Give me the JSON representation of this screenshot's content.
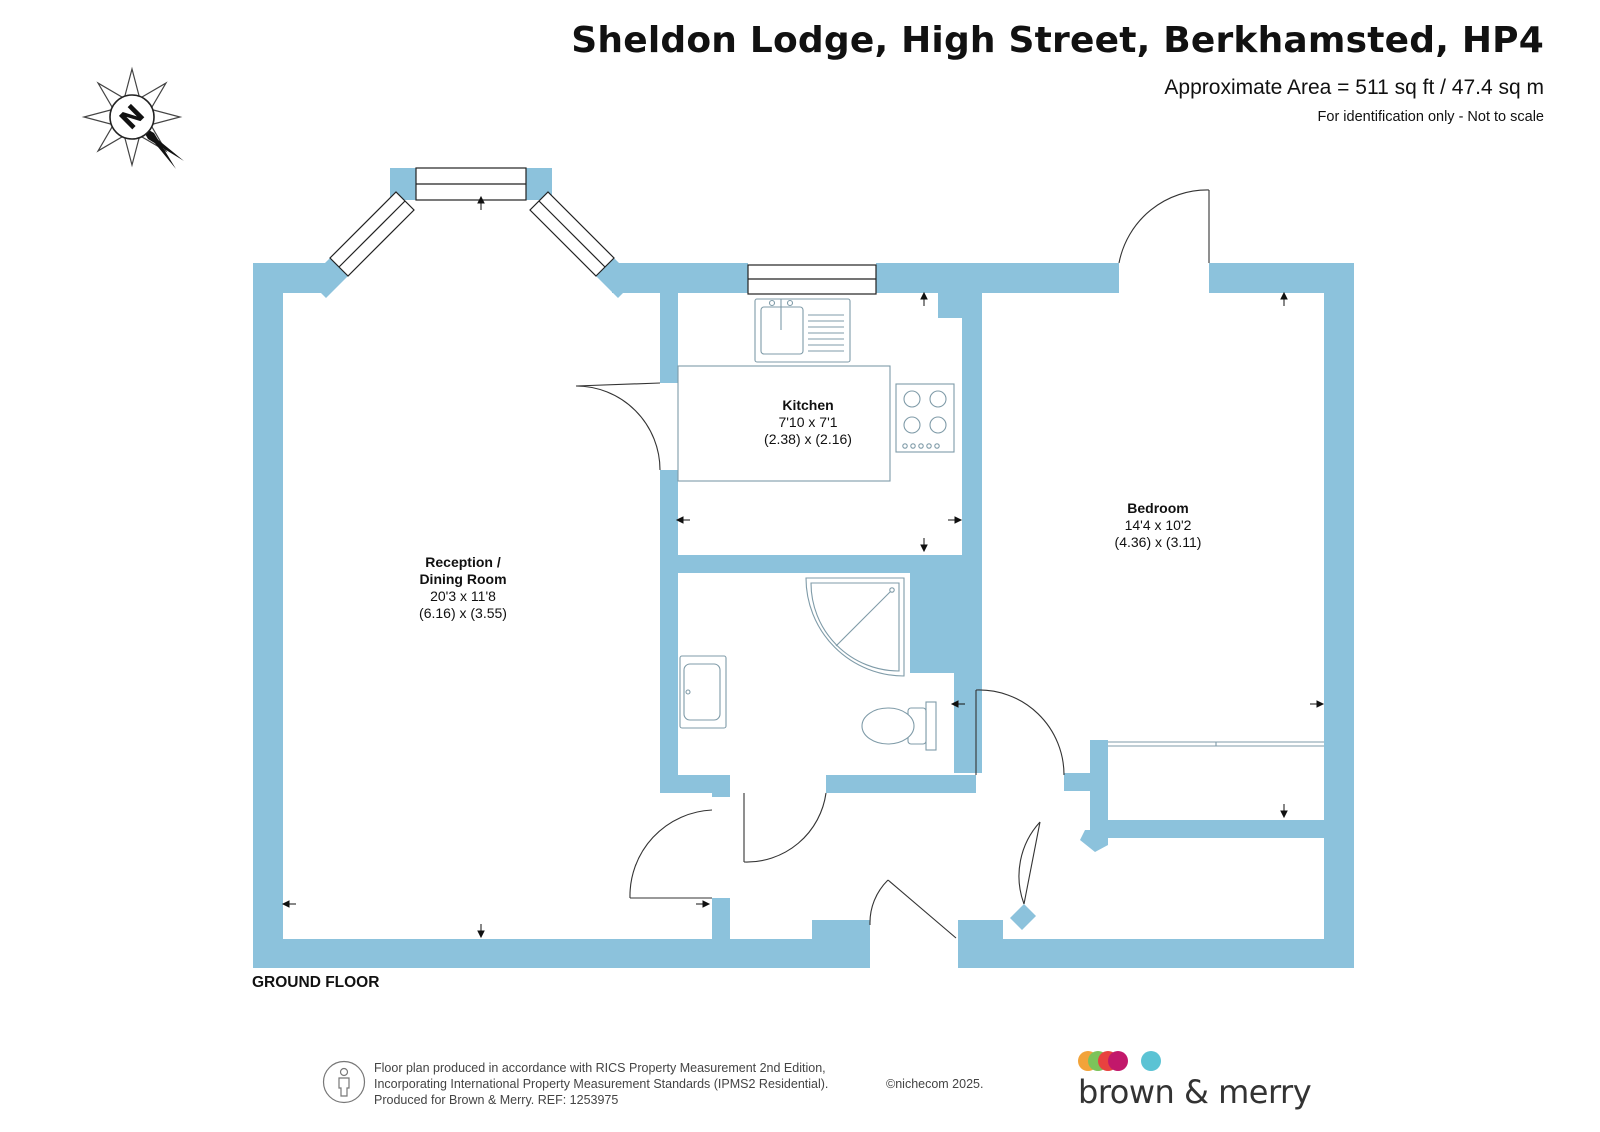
{
  "header": {
    "title": "Sheldon Lodge, High Street, Berkhamsted, HP4",
    "area": "Approximate Area = 511 sq ft / 47.4 sq m",
    "disclaimer": "For identification only - Not to scale"
  },
  "compass": {
    "icon": "compass-north-icon",
    "letter": "N"
  },
  "floor_label": "GROUND FLOOR",
  "rooms": {
    "reception": {
      "name": "Reception /",
      "name2": "Dining Room",
      "imperial": "20'3 x 11'8",
      "metric": "(6.16) x (3.55)"
    },
    "kitchen": {
      "name": "Kitchen",
      "imperial": "7'10 x 7'1",
      "metric": "(2.38) x (2.16)"
    },
    "bedroom": {
      "name": "Bedroom",
      "imperial": "14'4 x 10'2",
      "metric": "(4.36) x (3.11)"
    }
  },
  "footer": {
    "line1": "Floor plan produced in accordance with RICS Property Measurement 2nd Edition,",
    "line2": "Incorporating International Property Measurement Standards (IPMS2 Residential).",
    "line3": "Produced for Brown & Merry.   REF:  1253975",
    "copyright": "©nichecom 2025.",
    "icon": "person-icon"
  },
  "logo": {
    "text": "brown & merry",
    "dot_colors": [
      "#f2a33a",
      "#7cc35a",
      "#e8423f",
      "#c2186b",
      "#5bc3d4"
    ]
  },
  "colors": {
    "wall": "#8cc2dc",
    "fixture_line": "#7f9ba8",
    "text": "#111111"
  }
}
